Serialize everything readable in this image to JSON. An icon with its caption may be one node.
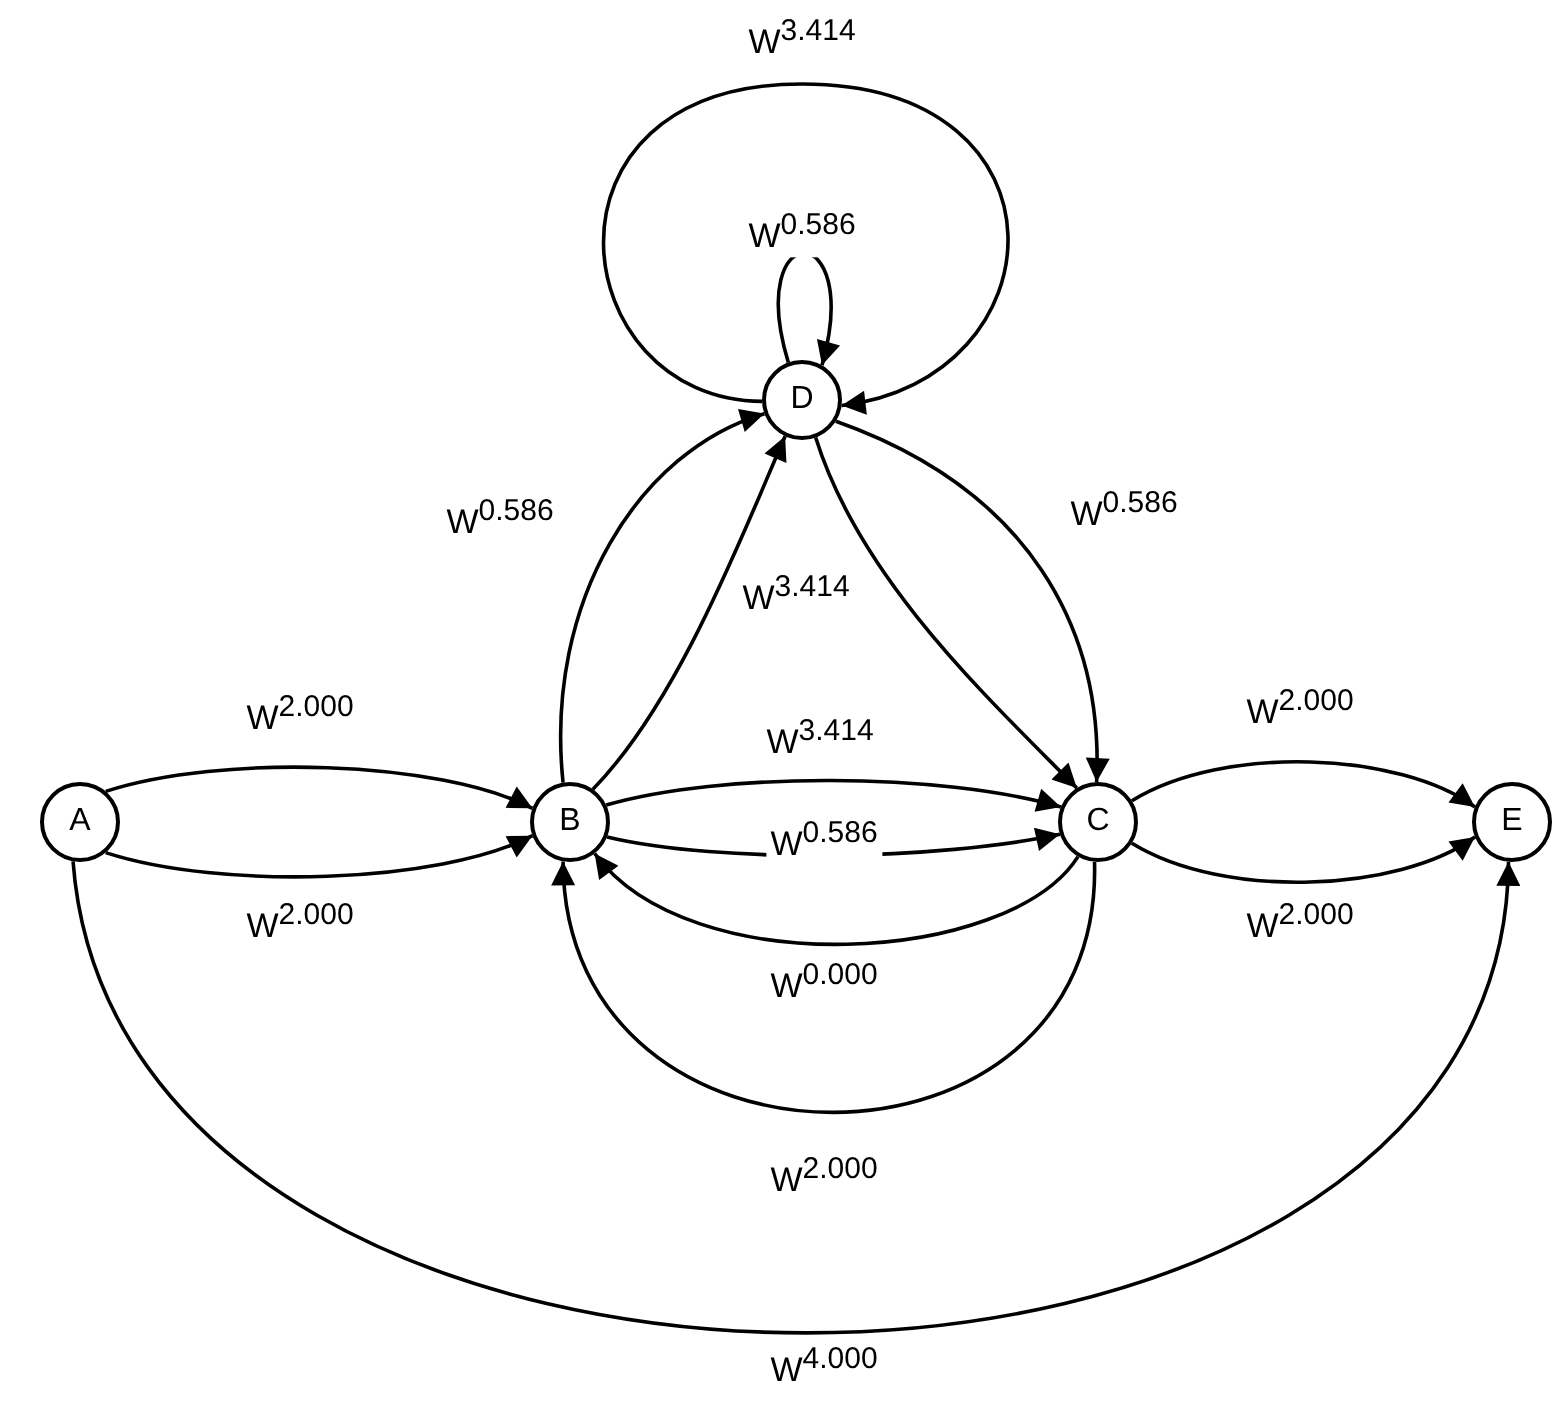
{
  "diagram": {
    "nodes": [
      {
        "text": [
          "A"
        ]
      },
      {
        "text": [
          "B"
        ]
      },
      {
        "text": [
          "D"
        ]
      },
      {
        "text": [
          "C"
        ]
      },
      {
        "text": [
          "E"
        ]
      }
    ],
    "edges": [
      {
        "from": 0,
        "to": 1,
        "arrow": "to",
        "label": "W$^{2.000}$"
      },
      {
        "from": 0,
        "to": 1,
        "arrow": "to",
        "label": "W$^{2.000}$"
      },
      {
        "from": 1,
        "to": 2,
        "arrow": "to",
        "label": "W$^{0.586}$"
      },
      {
        "from": 1,
        "to": 2,
        "arrow": "to",
        "label": "W$^{3.414}$"
      },
      {
        "from": 2,
        "to": 2,
        "arrow": "to",
        "label": "W$^{0.586}$"
      },
      {
        "from": 2,
        "to": 2,
        "arrow": "to",
        "label": "W$^{3.414}$"
      },
      {
        "from": 2,
        "to": 3,
        "arrow": "to"
      },
      {
        "from": 2,
        "to": 3,
        "arrow": "to",
        "label": "W$^{0.586}$"
      },
      {
        "from": 1,
        "to": 3,
        "arrow": "to",
        "label": "W$^{3.414}$"
      },
      {
        "from": 1,
        "to": 3,
        "arrow": "to",
        "label": "W$^{0.586}$"
      },
      {
        "from": 3,
        "to": 1,
        "arrow": "to",
        "label": "W$^{0.000}$"
      },
      {
        "from": 3,
        "to": 1,
        "arrow": "to",
        "label": "W$^{2.000}$"
      },
      {
        "from": 3,
        "to": 4,
        "arrow": "to",
        "label": "W$^{2.000}$"
      },
      {
        "from": 3,
        "to": 4,
        "arrow": "to",
        "label": "W$^{2.000}$"
      },
      {
        "from": 0,
        "to": 4,
        "arrow": "to",
        "label": "W$^{4.000}$"
      }
    ]
  }
}
